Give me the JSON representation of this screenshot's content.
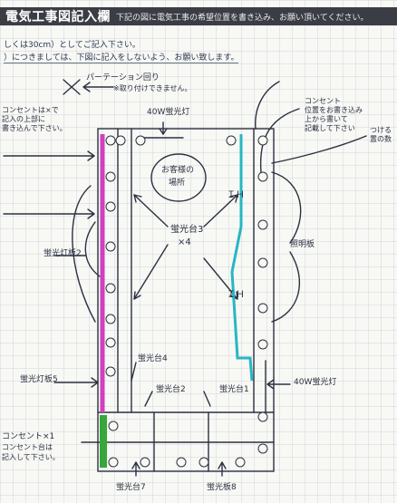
{
  "header": {
    "title": "電気工事図記入欄",
    "subtitle": "下記の図に電気工事の希望位置を書き込み、お願い頂いてください。"
  },
  "instructions": {
    "line1": "しくは30cm）としてご記入下さい。",
    "line2": "）につきましては、下図に記入をしないよう、お願い致します。"
  },
  "annotations": {
    "partition_note": "パーテーション回り",
    "partition_note2": "※取り付けできません。",
    "light_top": "40W蛍光灯",
    "outlet_left_note1": "コンセントは×で",
    "outlet_left_note2": "記入の上部に",
    "outlet_left_note3": "書き込んで下さい。",
    "outlet_right_note1": "コンセント",
    "outlet_right_note2": "位置をお書き込み",
    "outlet_right_note3": "上から書いて",
    "outlet_right_note4": "記載して下さい",
    "right_corner1": "つける",
    "right_corner2": "置の数",
    "desk_place1": "お客様の",
    "desk_place2": "場所",
    "fluorescent_center1": "蛍光台3",
    "fluorescent_center2": "×4",
    "left_fixture": "蛍光灯板2",
    "right_fixture": "照明板",
    "left_fixture5": "蛍光灯板5",
    "fixture4": "蛍光台4",
    "fixture2": "蛍光台2",
    "fixture1": "蛍光台1",
    "light_bottom": "40W蛍光灯",
    "bottom_note1": "コンセント×1",
    "bottom_note2": "コンセント台は",
    "bottom_note3": "記入して下さい。",
    "bottom_fixture7": "蛍光台7",
    "bottom_fixture8": "蛍光板8",
    "booth_label1": "ＩＨ",
    "booth_label2": "ＩＨ"
  },
  "colors": {
    "header_bg": "#3a3d44",
    "magenta_wall": "#d23fbf",
    "cyan_wall": "#27b6c4",
    "green_block": "#36a83a",
    "ink": "#2a3140"
  }
}
